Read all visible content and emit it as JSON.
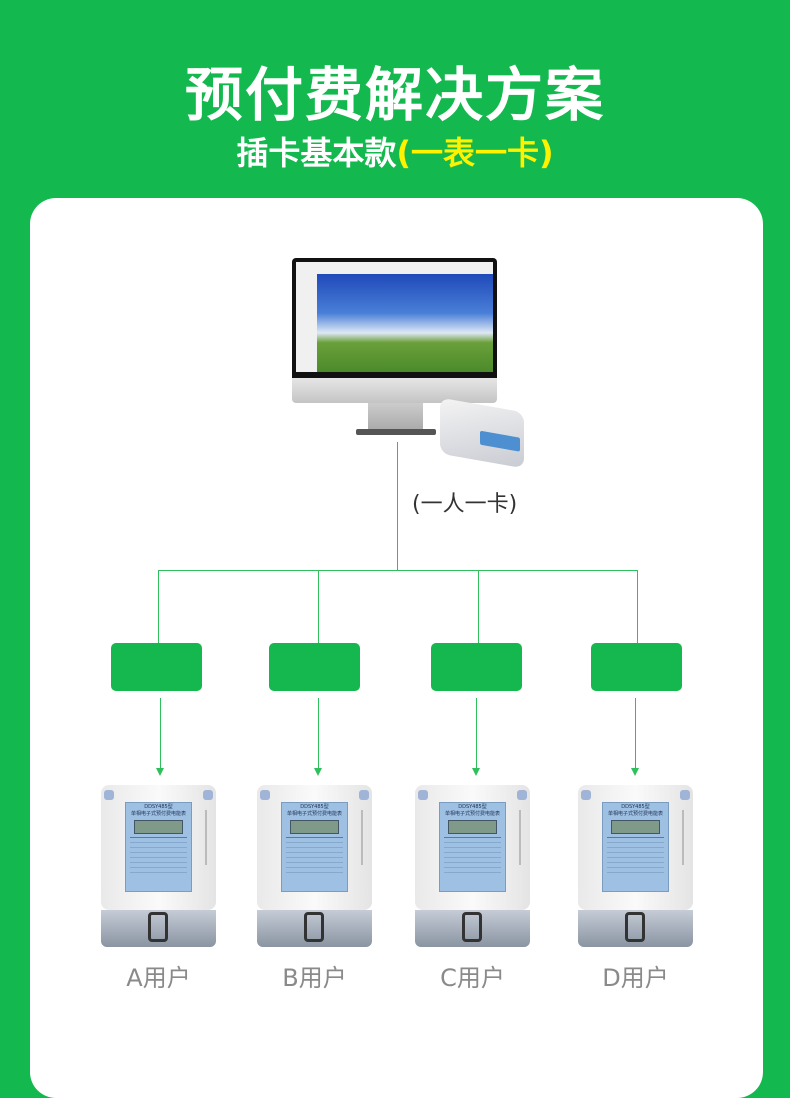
{
  "header": {
    "title": "预付费解决方案",
    "subtitle_main": "插卡基本款",
    "subtitle_highlight": "(一表一卡)"
  },
  "diagram": {
    "card_note": "(一人一卡)",
    "users": [
      {
        "label": "A用户"
      },
      {
        "label": "B用户"
      },
      {
        "label": "C用户"
      },
      {
        "label": "D用户"
      }
    ],
    "meter_text": {
      "model": "DDSY485型",
      "name": "单相电子式预付费电能表"
    }
  },
  "colors": {
    "background": "#13b84e",
    "highlight": "#fff200",
    "box": "#15b84f",
    "line": "#2fbf5c"
  }
}
